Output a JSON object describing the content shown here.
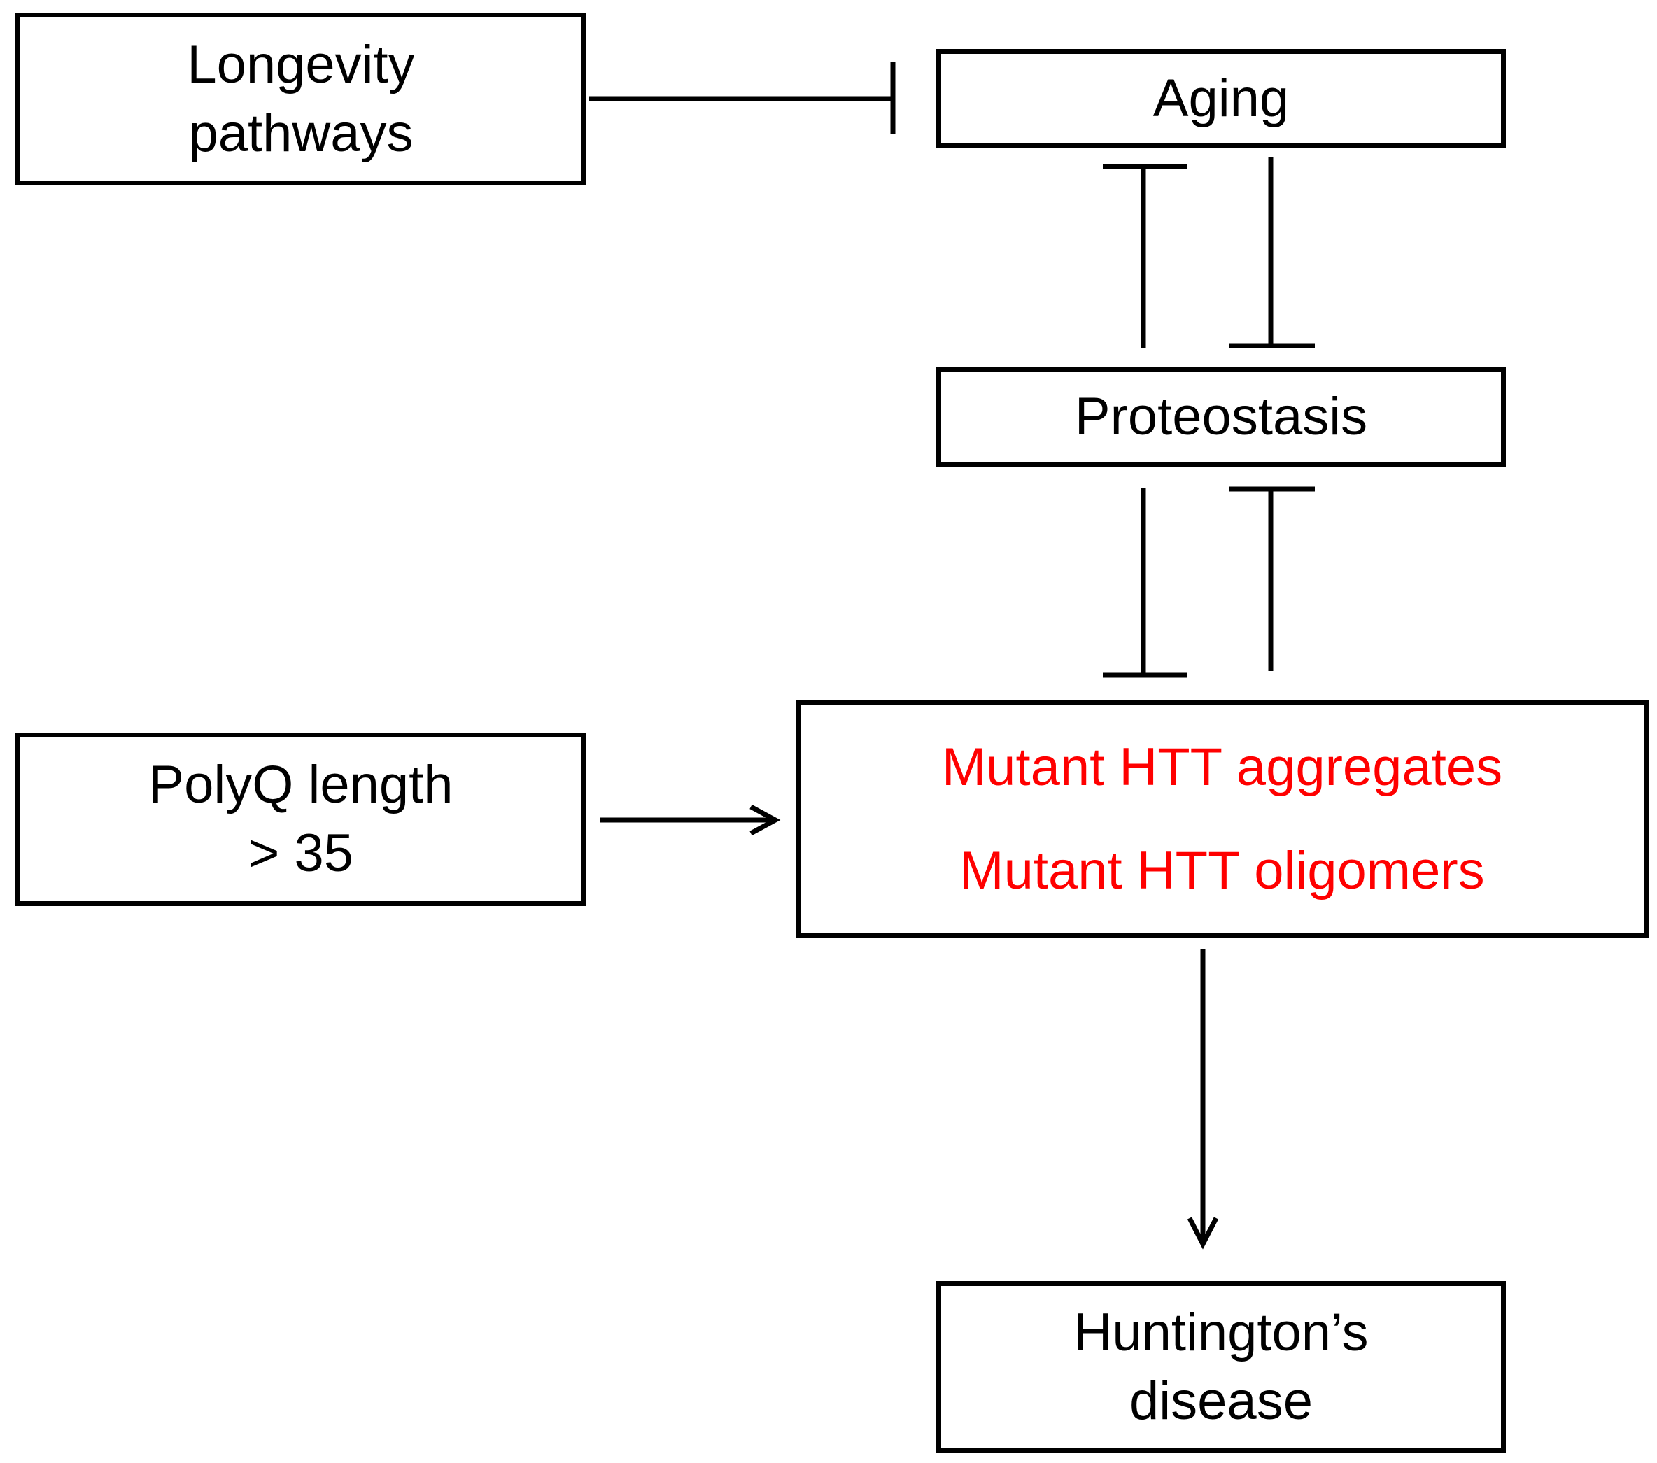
{
  "nodes": {
    "longevity": {
      "lines": [
        "Longevity",
        "pathways"
      ]
    },
    "aging": {
      "lines": [
        "Aging"
      ]
    },
    "proteostasis": {
      "lines": [
        "Proteostasis"
      ]
    },
    "polyq": {
      "lines": [
        "PolyQ length",
        "> 35"
      ]
    },
    "mutant_htt": {
      "lines": [
        "Mutant HTT aggregates",
        "Mutant HTT oligomers"
      ],
      "text_color": "#ff0000"
    },
    "huntingtons": {
      "lines": [
        "Huntington’s",
        "disease"
      ]
    }
  },
  "edges": [
    {
      "from": "longevity",
      "to": "aging",
      "type": "inhibits"
    },
    {
      "from": "proteostasis",
      "to": "aging",
      "type": "inhibits"
    },
    {
      "from": "aging",
      "to": "proteostasis",
      "type": "inhibits"
    },
    {
      "from": "proteostasis",
      "to": "mutant_htt",
      "type": "inhibits"
    },
    {
      "from": "mutant_htt",
      "to": "proteostasis",
      "type": "inhibits"
    },
    {
      "from": "polyq",
      "to": "mutant_htt",
      "type": "activates"
    },
    {
      "from": "mutant_htt",
      "to": "huntingtons",
      "type": "activates"
    }
  ],
  "colors": {
    "line": "#000000",
    "highlight_text": "#ff0000",
    "background": "#ffffff"
  }
}
